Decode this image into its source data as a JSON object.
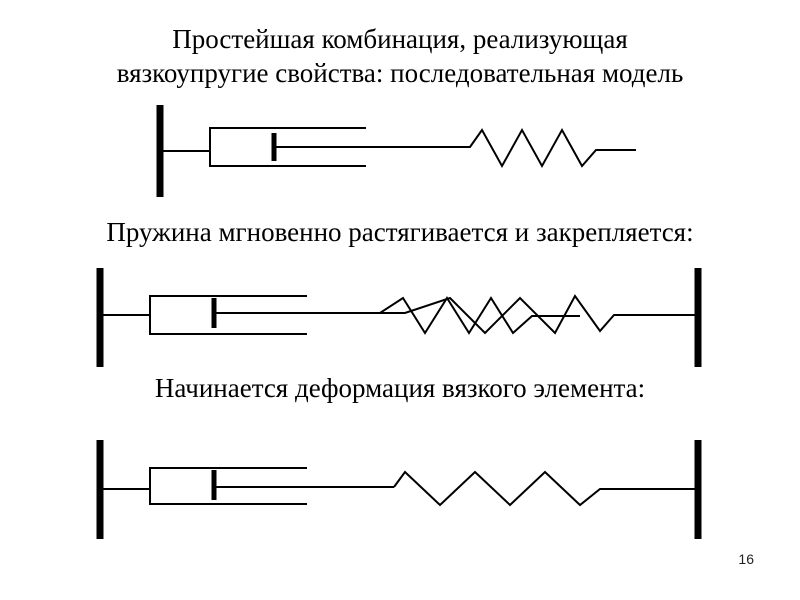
{
  "title": {
    "line1": "Простейшая комбинация, реализующая",
    "line2": "вязкоупругие свойства: последовательная модель"
  },
  "captions": [
    "Пружина мгновенно растягивается и закрепляется:",
    "Начинается деформация вязкого элемента:"
  ],
  "page_number": "16"
}
